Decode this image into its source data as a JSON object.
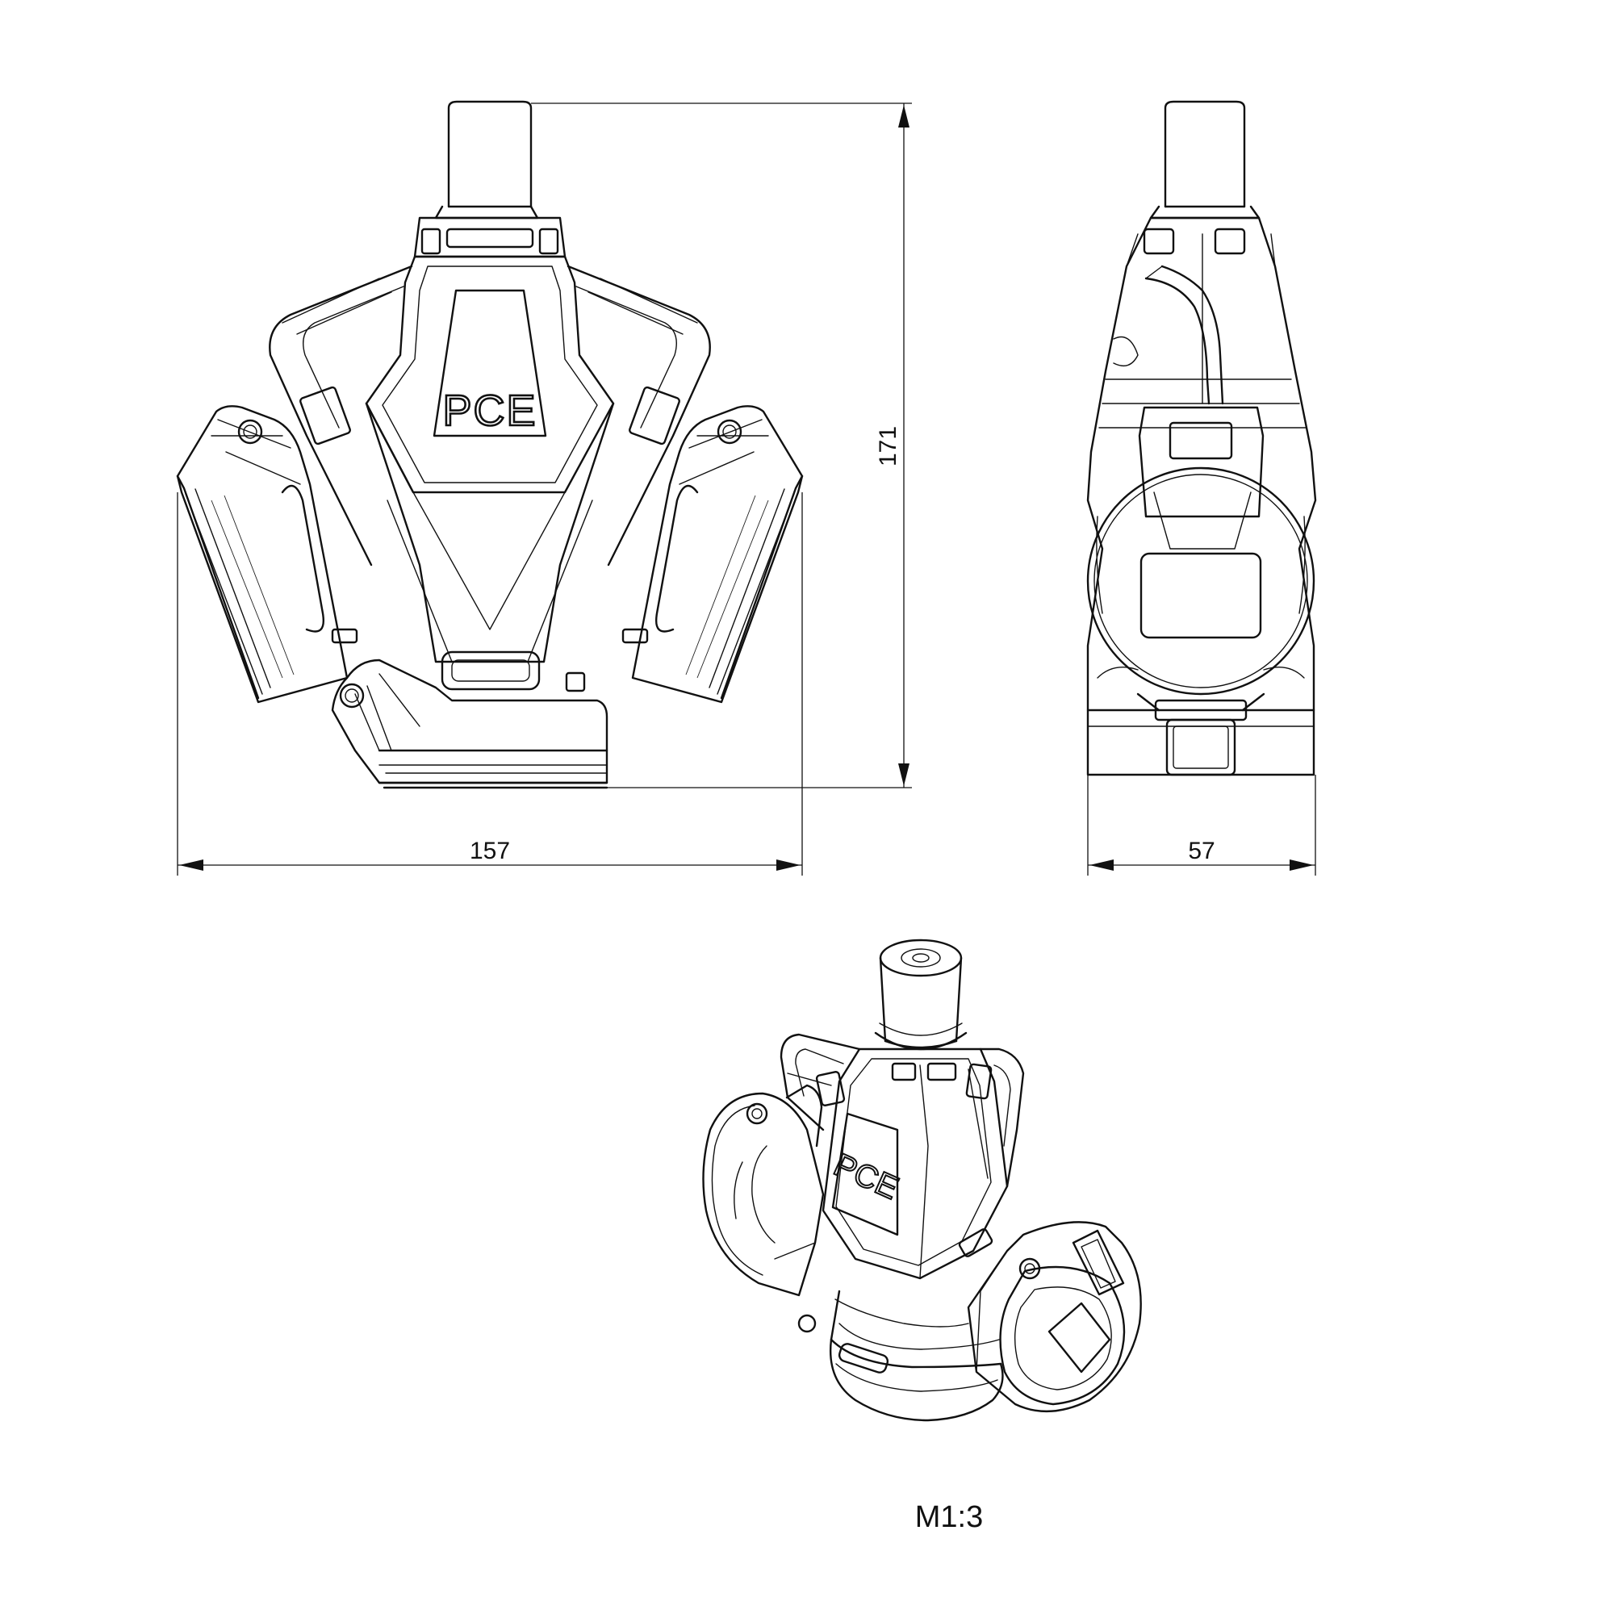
{
  "dimensions": {
    "front_height": "171",
    "front_width": "157",
    "side_width": "57"
  },
  "logo": {
    "front": "PCE",
    "isometric": "PCE"
  },
  "scale": "M1:3"
}
